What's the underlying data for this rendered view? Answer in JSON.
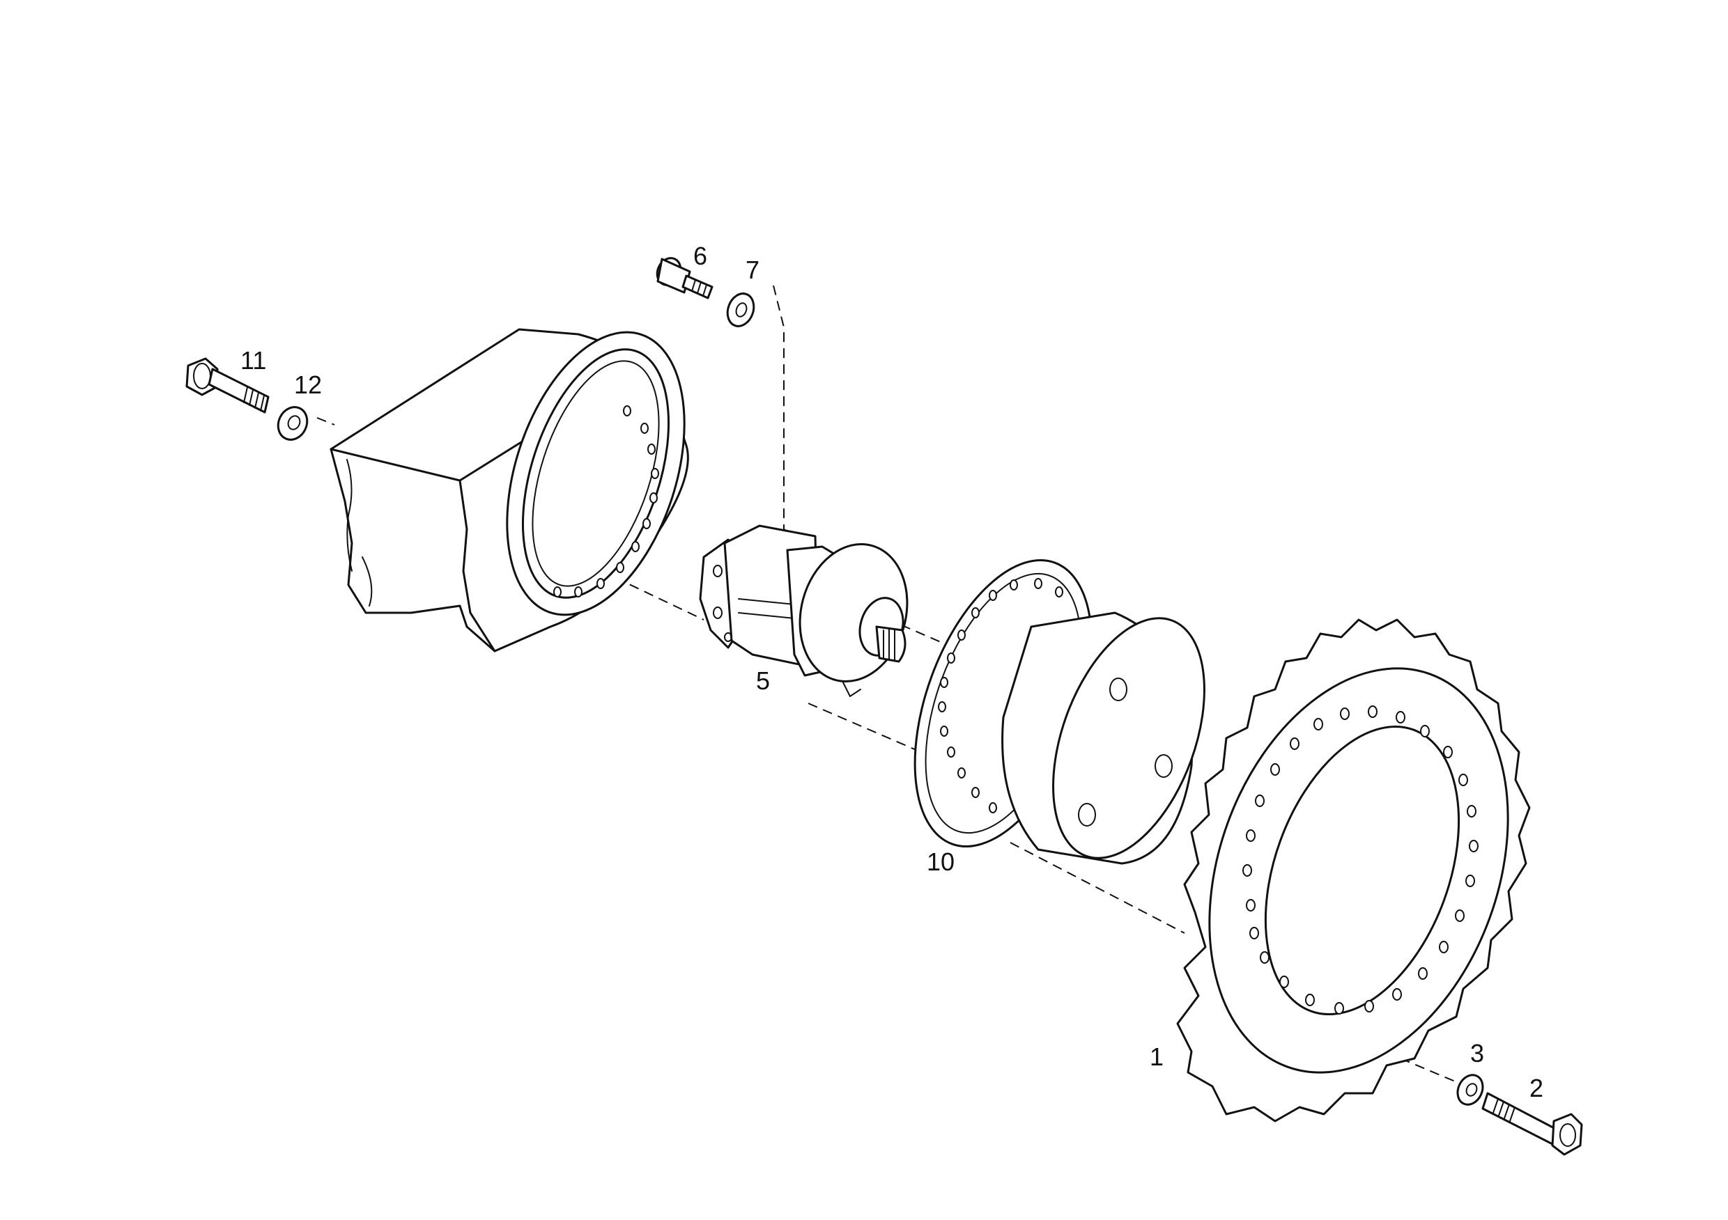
{
  "diagram": {
    "callouts": [
      {
        "id": "1",
        "label": "1"
      },
      {
        "id": "2",
        "label": "2"
      },
      {
        "id": "3",
        "label": "3"
      },
      {
        "id": "5",
        "label": "5"
      },
      {
        "id": "6",
        "label": "6"
      },
      {
        "id": "7",
        "label": "7"
      },
      {
        "id": "10",
        "label": "10"
      },
      {
        "id": "11",
        "label": "11"
      },
      {
        "id": "12",
        "label": "12"
      }
    ]
  }
}
